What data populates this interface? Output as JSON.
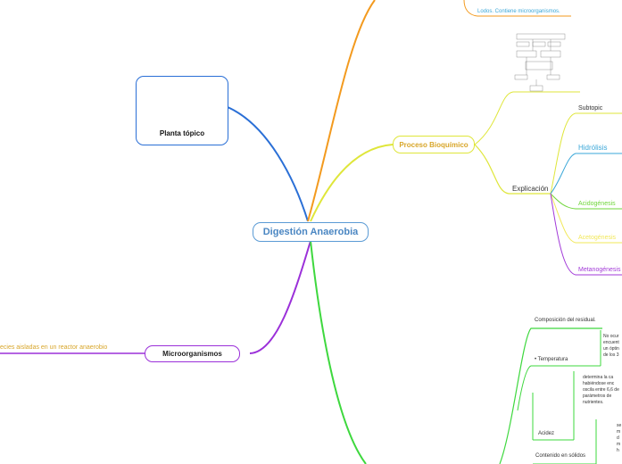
{
  "central": {
    "label": "Digestión Anaerobia"
  },
  "topic_planta": {
    "label": "Planta tópico"
  },
  "topic_proceso": {
    "label": "Proceso Bioquímico",
    "explicacion": "Explicación",
    "subtopic": "Subtopic",
    "children": [
      "Hidrólisis",
      "Acidogénesis",
      "Acetogénesis",
      "Metanogénesis"
    ]
  },
  "topic_micro": {
    "label": "Microorganismos",
    "child": "ecies aisladas en un reactor anaerobio"
  },
  "top_branch": {
    "text": "Lodos. Contiene microorganismos."
  },
  "factors": {
    "composicion": "Composición del residual.",
    "temperatura": "• Temperatura",
    "temp_text": "No ocur encuent un óptin de los 3",
    "acidez": "Acidez",
    "acidez_text": "determina la ca habiéndose enc oscila entre 6,6 de parámetros de nutrientes.",
    "solidos": "Contenido en sólidos",
    "solidos_text": "se m d m h"
  },
  "colors": {
    "blue": "#2a6fd6",
    "orange": "#f39a1e",
    "yellow": "#dfe63a",
    "purple": "#9b30d9",
    "green": "#3ed83e",
    "hidrolisis": "#3aa7d8",
    "acidogenesis": "#6fd63a",
    "acetogenesis": "#f2e85a",
    "metanogenesis": "#a23ad8"
  }
}
